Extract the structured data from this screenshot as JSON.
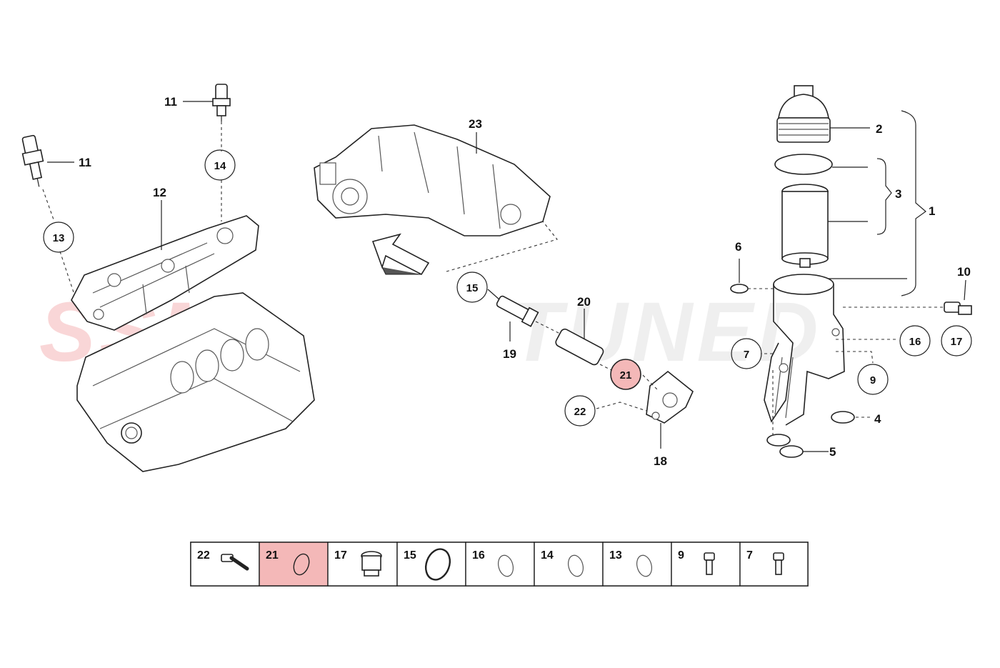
{
  "watermark": {
    "part1": "SSM",
    "part2": "TUNED",
    "color1": "#e6494d",
    "color2": "#b9b9b9"
  },
  "highlight_color": "#f4b8b8",
  "callouts": [
    {
      "id": "c-1",
      "text": "1",
      "circled": false
    },
    {
      "id": "c-2",
      "text": "2",
      "circled": false
    },
    {
      "id": "c-3",
      "text": "3",
      "circled": false
    },
    {
      "id": "c-4",
      "text": "4",
      "circled": false
    },
    {
      "id": "c-5",
      "text": "5",
      "circled": false
    },
    {
      "id": "c-6",
      "text": "6",
      "circled": false
    },
    {
      "id": "c-7",
      "text": "7",
      "circled": true
    },
    {
      "id": "c-9",
      "text": "9",
      "circled": true
    },
    {
      "id": "c-10",
      "text": "10",
      "circled": false
    },
    {
      "id": "c-11a",
      "text": "11",
      "circled": false
    },
    {
      "id": "c-11b",
      "text": "11",
      "circled": false
    },
    {
      "id": "c-12",
      "text": "12",
      "circled": false
    },
    {
      "id": "c-13",
      "text": "13",
      "circled": true
    },
    {
      "id": "c-14",
      "text": "14",
      "circled": true
    },
    {
      "id": "c-15",
      "text": "15",
      "circled": true
    },
    {
      "id": "c-16",
      "text": "16",
      "circled": true
    },
    {
      "id": "c-17",
      "text": "17",
      "circled": true
    },
    {
      "id": "c-18",
      "text": "18",
      "circled": false
    },
    {
      "id": "c-19",
      "text": "19",
      "circled": false
    },
    {
      "id": "c-20",
      "text": "20",
      "circled": false
    },
    {
      "id": "c-21",
      "text": "21",
      "circled": true,
      "highlighted": true
    },
    {
      "id": "c-22",
      "text": "22",
      "circled": true
    },
    {
      "id": "c-23",
      "text": "23",
      "circled": false
    }
  ],
  "legend": [
    {
      "number": "22",
      "icon": "bolt-icon",
      "highlighted": false
    },
    {
      "number": "21",
      "icon": "o-ring-icon",
      "highlighted": true
    },
    {
      "number": "17",
      "icon": "plug-icon",
      "highlighted": false
    },
    {
      "number": "15",
      "icon": "o-ring-icon",
      "highlighted": false
    },
    {
      "number": "16",
      "icon": "o-ring-icon",
      "highlighted": false
    },
    {
      "number": "14",
      "icon": "o-ring-icon",
      "highlighted": false
    },
    {
      "number": "13",
      "icon": "o-ring-icon",
      "highlighted": false
    },
    {
      "number": "9",
      "icon": "screw-icon",
      "highlighted": false
    },
    {
      "number": "7",
      "icon": "screw-icon",
      "highlighted": false
    }
  ]
}
